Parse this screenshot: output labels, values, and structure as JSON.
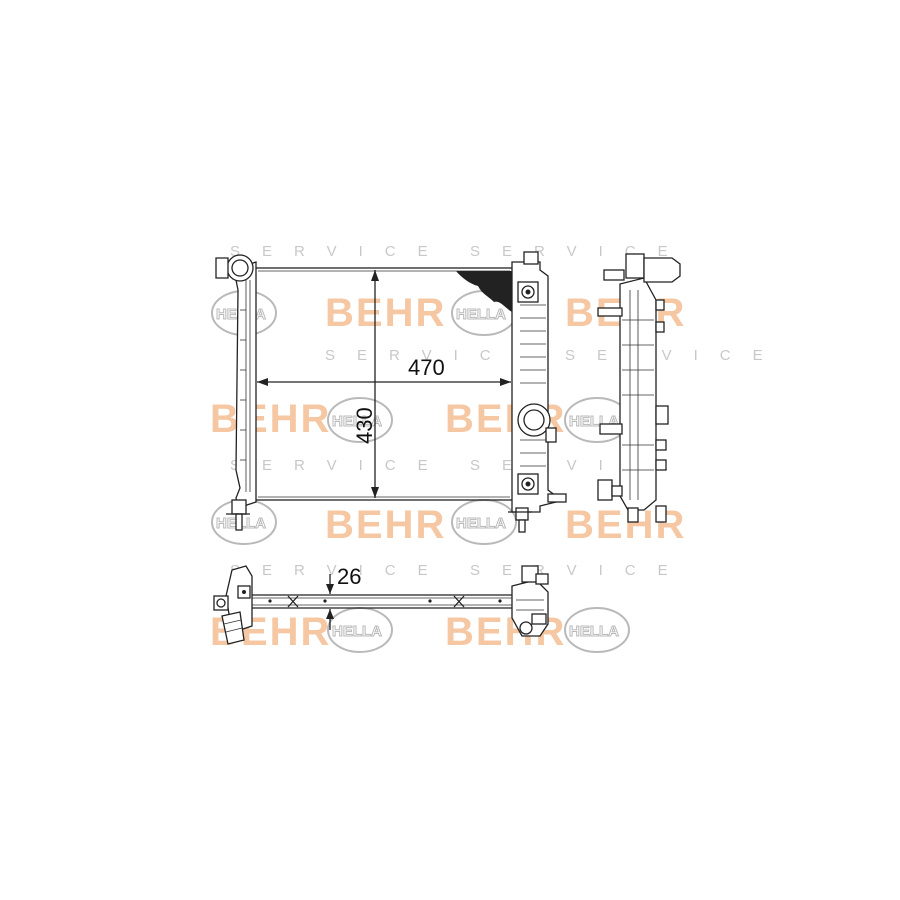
{
  "watermark": {
    "behr": "BEHR",
    "hella": "HELLA",
    "service": "SERVICE",
    "colors": {
      "behr": "#f6c7a3",
      "service": "#c8c8c8",
      "hella": "#b9b9b9"
    }
  },
  "dimensions": {
    "width": "470",
    "height": "430",
    "depth": "26"
  },
  "views": {
    "front": "radiator-front-view",
    "side": "radiator-side-view",
    "top": "radiator-top-view"
  }
}
